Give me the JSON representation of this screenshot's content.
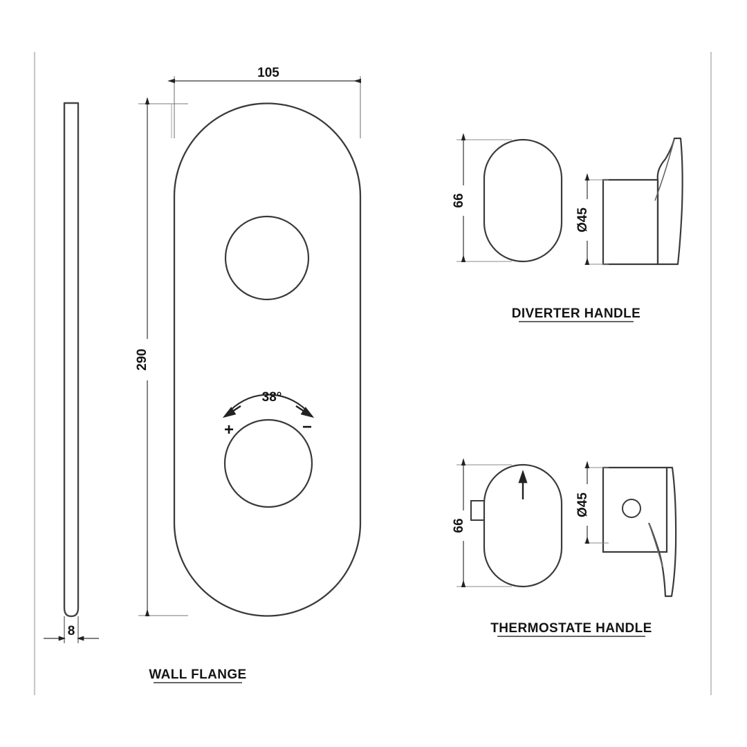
{
  "sheet": {
    "background_color": "#ffffff",
    "line_color": "#333333",
    "border_color": "#c8c8c8",
    "text_color": "#141414"
  },
  "views": {
    "wall_flange": {
      "title": "WALL FLANGE",
      "dimensions": {
        "width": "105",
        "height": "290",
        "thickness": "8",
        "angle": "38°"
      },
      "markers": {
        "plus": "+",
        "minus": "−"
      },
      "parts": [
        {
          "name": "side-profile",
          "label": "thin edge profile"
        },
        {
          "name": "front-plate",
          "label": "oblong wall plate"
        },
        {
          "name": "diverter-knob-opening",
          "label": "upper round opening"
        },
        {
          "name": "thermostat-knob-opening",
          "label": "lower round opening"
        }
      ]
    },
    "diverter_handle": {
      "title": "DIVERTER HANDLE",
      "dimensions": {
        "height": "66",
        "diameter": "Ø45"
      }
    },
    "thermostate_handle": {
      "title": "THERMOSTATE  HANDLE",
      "dimensions": {
        "height": "66",
        "diameter": "Ø45"
      }
    }
  },
  "icons": {
    "arrow_up": "arrow-up-icon",
    "arc_arrow_left": "arc-arrow-left-icon",
    "arc_arrow_right": "arc-arrow-right-icon"
  }
}
